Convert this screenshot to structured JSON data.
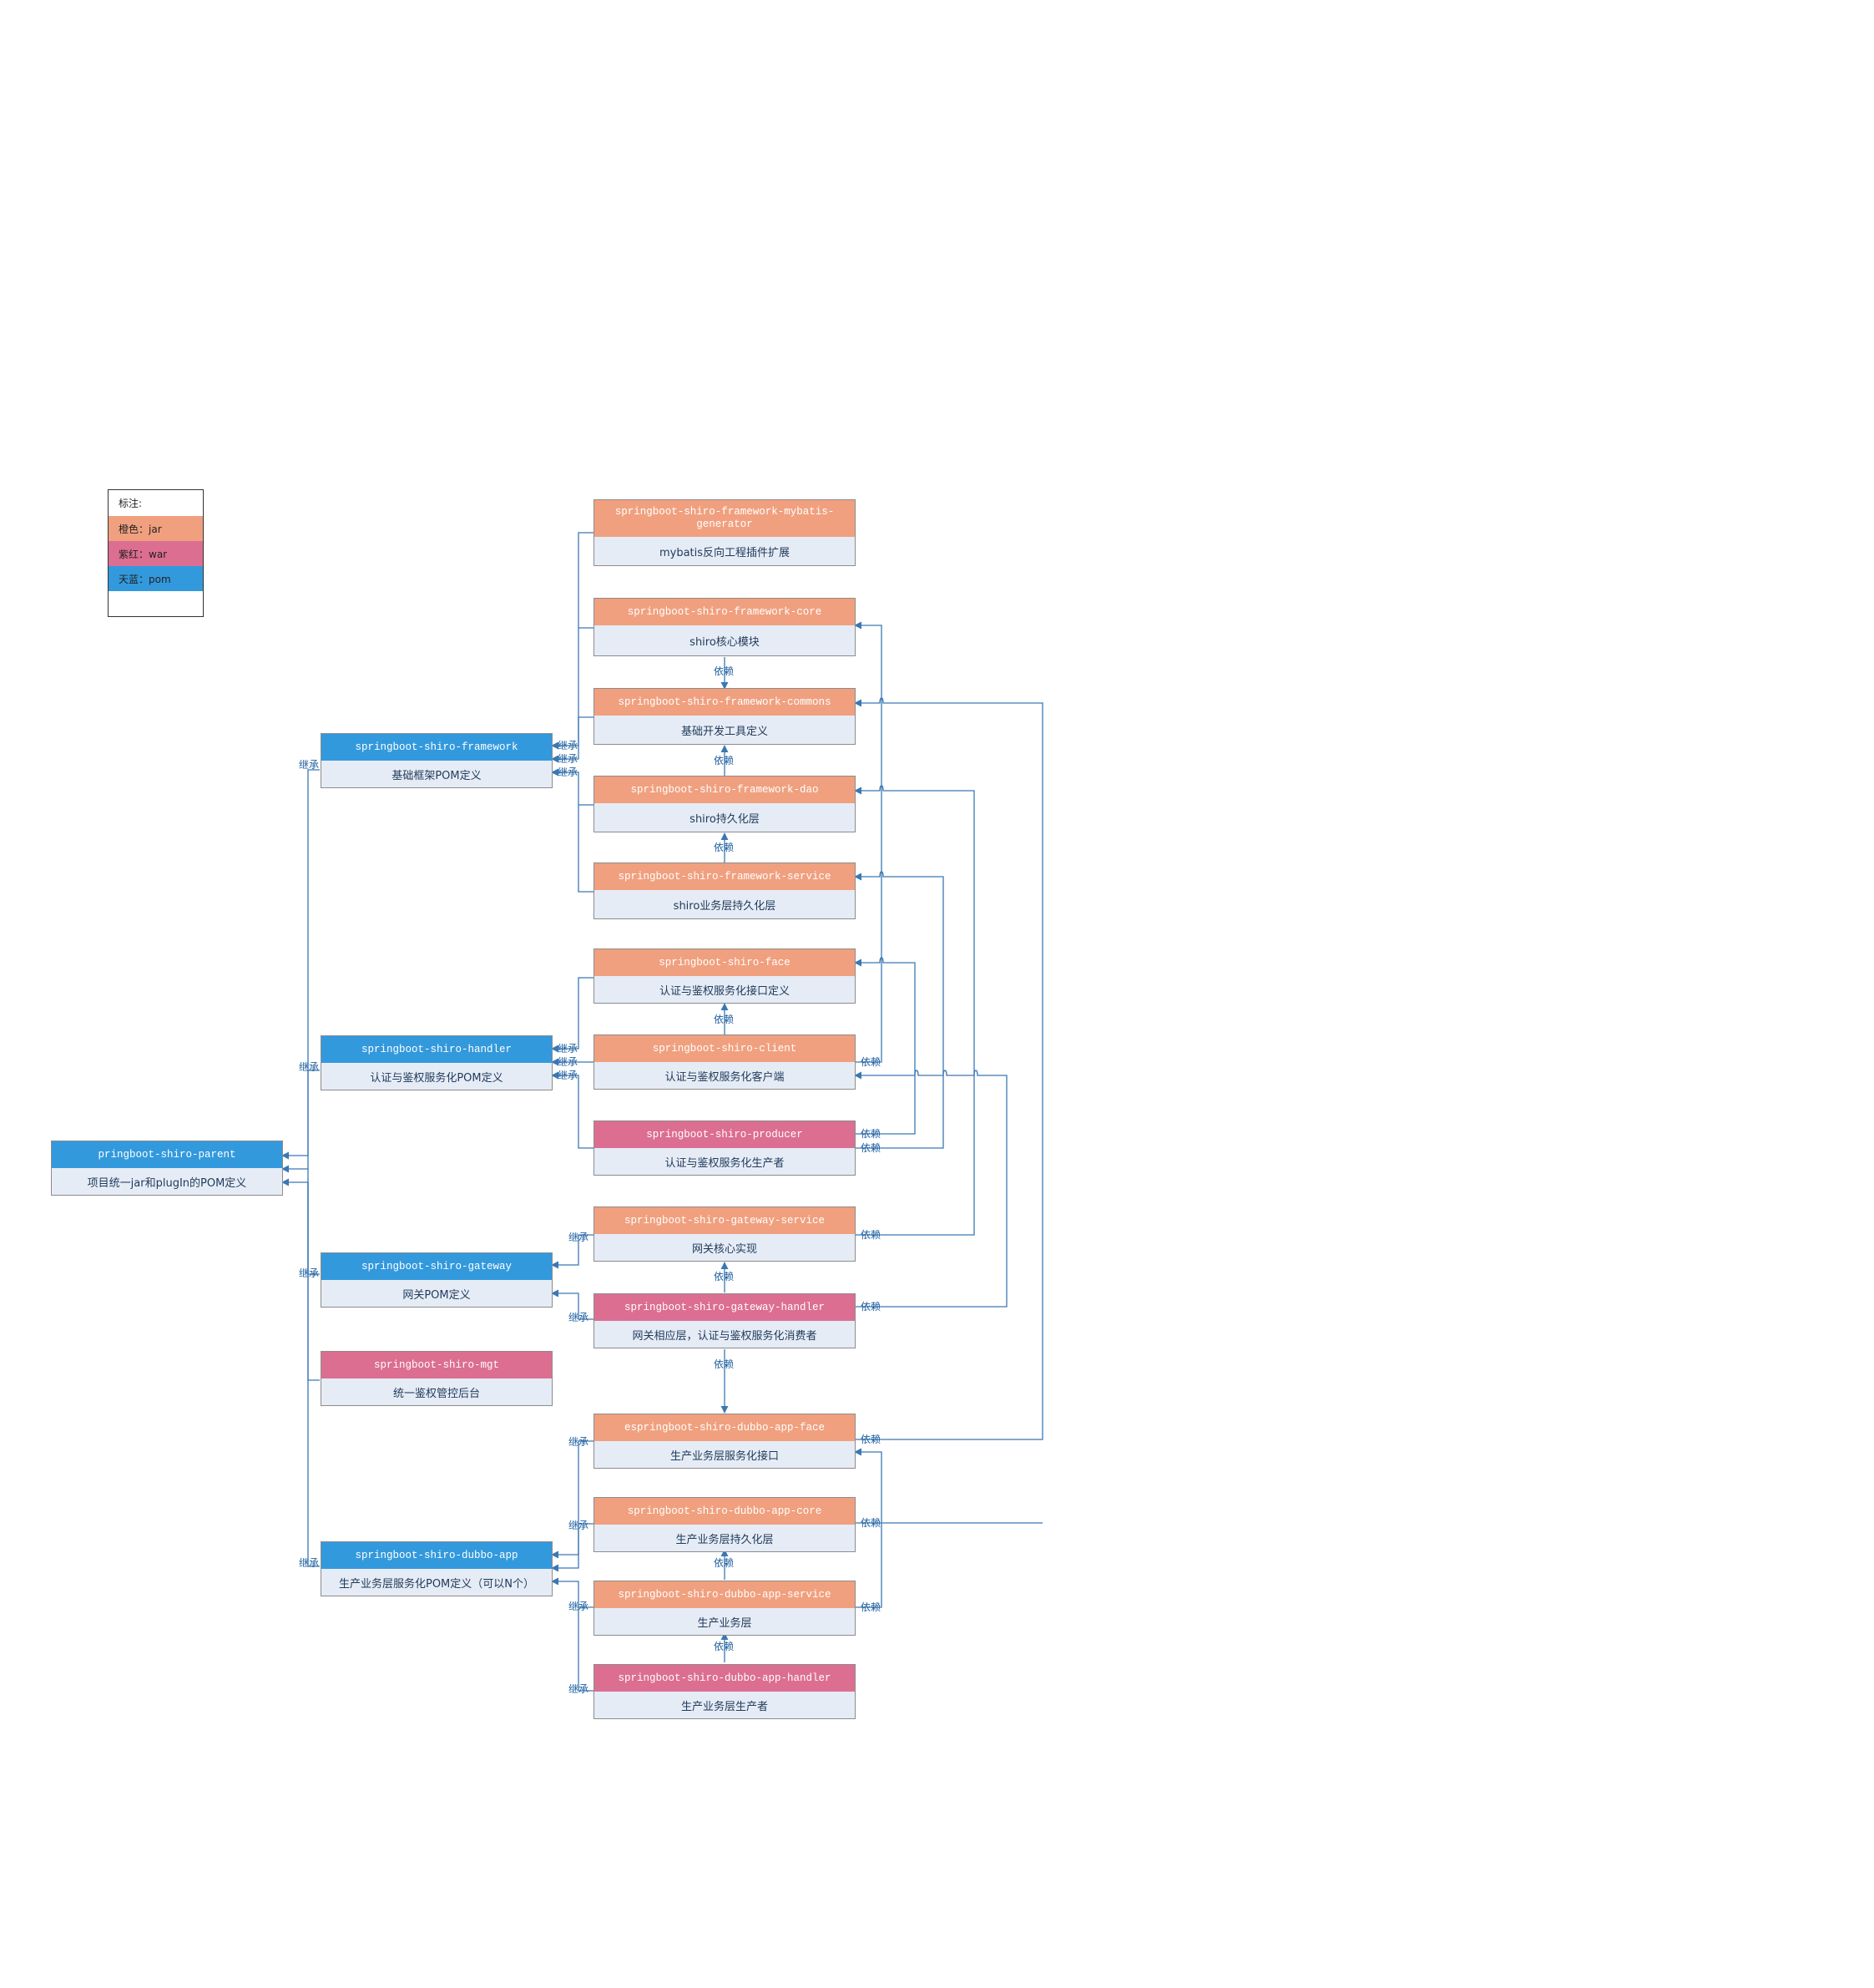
{
  "colors": {
    "jar": "#f0a07f",
    "war": "#dc6e92",
    "pom": "#3399dd",
    "line": "#3a78b5",
    "desc_bg": "#e6ecf6"
  },
  "legend": {
    "title": "标注:",
    "items": [
      {
        "label": "橙色：jar",
        "kind": "jar"
      },
      {
        "label": "紫红：war",
        "kind": "war"
      },
      {
        "label": "天蓝：pom",
        "kind": "pom"
      }
    ]
  },
  "edge_labels": {
    "inherit": "继承",
    "depend": "依赖"
  },
  "nodes": {
    "parent": {
      "name": "pringboot-shiro-parent",
      "desc": "项目统一jar和plugIn的POM定义",
      "kind": "pom"
    },
    "framework": {
      "name": "springboot-shiro-framework",
      "desc": "基础框架POM定义",
      "kind": "pom"
    },
    "handler": {
      "name": "springboot-shiro-handler",
      "desc": "认证与鉴权服务化POM定义",
      "kind": "pom"
    },
    "gateway": {
      "name": "springboot-shiro-gateway",
      "desc": "网关POM定义",
      "kind": "pom"
    },
    "mgt": {
      "name": "springboot-shiro-mgt",
      "desc": "统一鉴权管控后台",
      "kind": "war"
    },
    "dubbo_app": {
      "name": "springboot-shiro-dubbo-app",
      "desc": "生产业务层服务化POM定义（可以N个）",
      "kind": "pom"
    },
    "fw_mybatis": {
      "name": "springboot-shiro-framework-mybatis-generator",
      "desc": "mybatis反向工程插件扩展",
      "kind": "jar"
    },
    "fw_core": {
      "name": "springboot-shiro-framework-core",
      "desc": "shiro核心模块",
      "kind": "jar"
    },
    "fw_commons": {
      "name": "springboot-shiro-framework-commons",
      "desc": "基础开发工具定义",
      "kind": "jar"
    },
    "fw_dao": {
      "name": "springboot-shiro-framework-dao",
      "desc": "shiro持久化层",
      "kind": "jar"
    },
    "fw_service": {
      "name": "springboot-shiro-framework-service",
      "desc": "shiro业务层持久化层",
      "kind": "jar"
    },
    "face": {
      "name": "springboot-shiro-face",
      "desc": "认证与鉴权服务化接口定义",
      "kind": "jar"
    },
    "client": {
      "name": "springboot-shiro-client",
      "desc": "认证与鉴权服务化客户端",
      "kind": "jar"
    },
    "producer": {
      "name": "springboot-shiro-producer",
      "desc": "认证与鉴权服务化生产者",
      "kind": "war"
    },
    "gw_service": {
      "name": "springboot-shiro-gateway-service",
      "desc": "网关核心实现",
      "kind": "jar"
    },
    "gw_handler": {
      "name": "springboot-shiro-gateway-handler",
      "desc": "网关相应层，认证与鉴权服务化消费者",
      "kind": "war"
    },
    "da_face": {
      "name": "espringboot-shiro-dubbo-app-face",
      "desc": "生产业务层服务化接口",
      "kind": "jar"
    },
    "da_core": {
      "name": "springboot-shiro-dubbo-app-core",
      "desc": "生产业务层持久化层",
      "kind": "jar"
    },
    "da_service": {
      "name": "springboot-shiro-dubbo-app-service",
      "desc": "生产业务层",
      "kind": "jar"
    },
    "da_handler": {
      "name": "springboot-shiro-dubbo-app-handler",
      "desc": "生产业务层生产者",
      "kind": "war"
    }
  }
}
